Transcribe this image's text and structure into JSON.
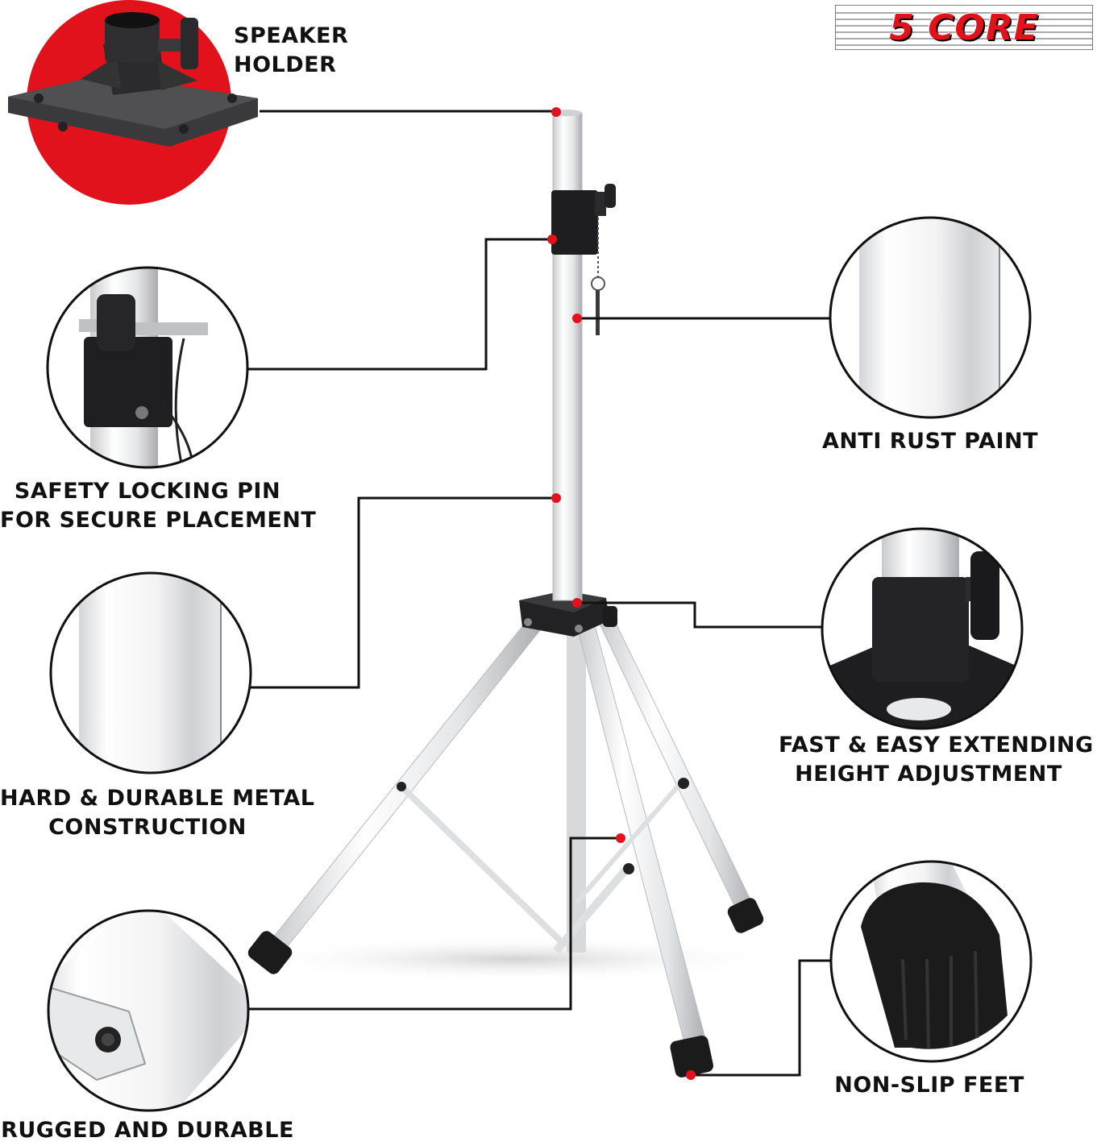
{
  "brand": {
    "logo_text": "5 CORE",
    "accent": "#e1121b"
  },
  "callouts": {
    "speaker_holder": [
      "SPEAKER",
      "HOLDER"
    ],
    "safety_pin": [
      "SAFETY LOCKING PIN",
      "FOR SECURE PLACEMENT"
    ],
    "metal": [
      "HARD & DURABLE METAL",
      "CONSTRUCTION"
    ],
    "rugged": [
      "RUGGED AND DURABLE"
    ],
    "anti_rust": [
      "ANTI RUST PAINT"
    ],
    "extending": [
      "FAST & EASY EXTENDING",
      "HEIGHT ADJUSTMENT"
    ],
    "feet": [
      "NON-SLIP FEET"
    ]
  },
  "colors": {
    "marker": "#e1121b",
    "line": "#111111",
    "metal": "#e9eaec",
    "rubber": "#1b1b1b"
  }
}
